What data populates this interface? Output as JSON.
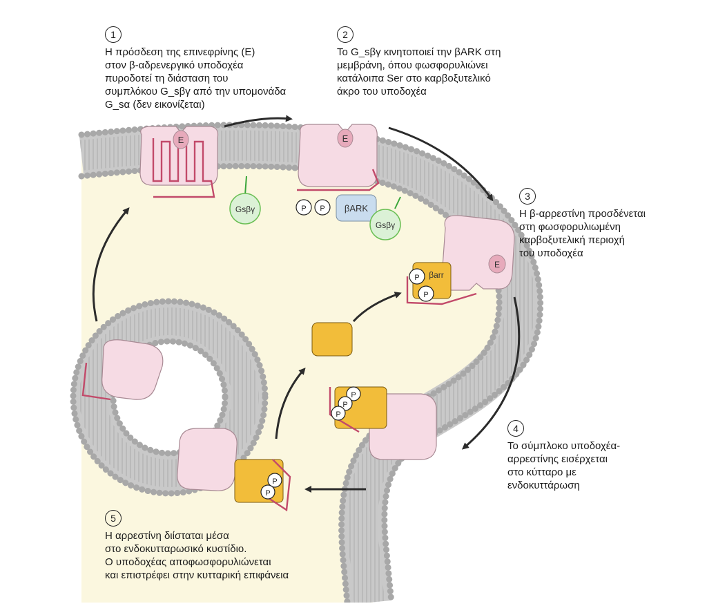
{
  "steps": [
    {
      "num": "1",
      "lines": [
        "Η πρόσδεση της επινεφρίνης (Ε)",
        "στον β-αδρενεργικό υποδοχέα",
        "πυροδοτεί τη διάσταση του",
        "συμπλόκου G_sβγ από την υπομονάδα",
        "G_sα (δεν εικονίζεται)"
      ]
    },
    {
      "num": "2",
      "lines": [
        "Το G_sβγ κινητοποιεί την βARK στη",
        "μεμβράνη, όπου φωσφορυλιώνει",
        "κατάλοιπα Ser στο καρβοξυτελικό",
        "άκρο του υποδοχέα"
      ]
    },
    {
      "num": "3",
      "lines": [
        "Η β-αρρεστίνη προσδένεται",
        "στη φωσφορυλιωμένη",
        "καρβοξυτελική περιοχή",
        "του υποδοχέα"
      ]
    },
    {
      "num": "4",
      "lines": [
        "Το σύμπλοκο υποδοχέα-",
        "αρρεστίνης εισέρχεται",
        "στο κύτταρο με",
        "ενδοκυττάρωση"
      ]
    },
    {
      "num": "5",
      "lines": [
        "Η αρρεστίνη διίσταται μέσα",
        "στο ενδοκυτταρωσικό κυστίδιο.",
        "Ο υποδοχέας αποφωσφορυλιώνεται",
        "και επιστρέφει στην κυτταρική επιφάνεια"
      ]
    }
  ],
  "labels": {
    "epinephrine": "E",
    "gsbg": "Gsβγ",
    "bark": "βARK",
    "phospho": "P",
    "barr": "βarr"
  },
  "colors": {
    "membrane_head": "#ffffff",
    "membrane_stroke": "#9a9a9a",
    "membrane_fill": "#e9e9dc",
    "cytoplasm": "#fbf7df",
    "receptor": "#f6dbe4",
    "receptor_stroke": "#a88a94",
    "chain": "#c24a6a",
    "gprotein": "#dbf1d6",
    "gprotein_stroke": "#6bbf55",
    "bark": "#c9dcee",
    "arrestin": "#f2bd3a",
    "arrow": "#2b2b2b"
  }
}
